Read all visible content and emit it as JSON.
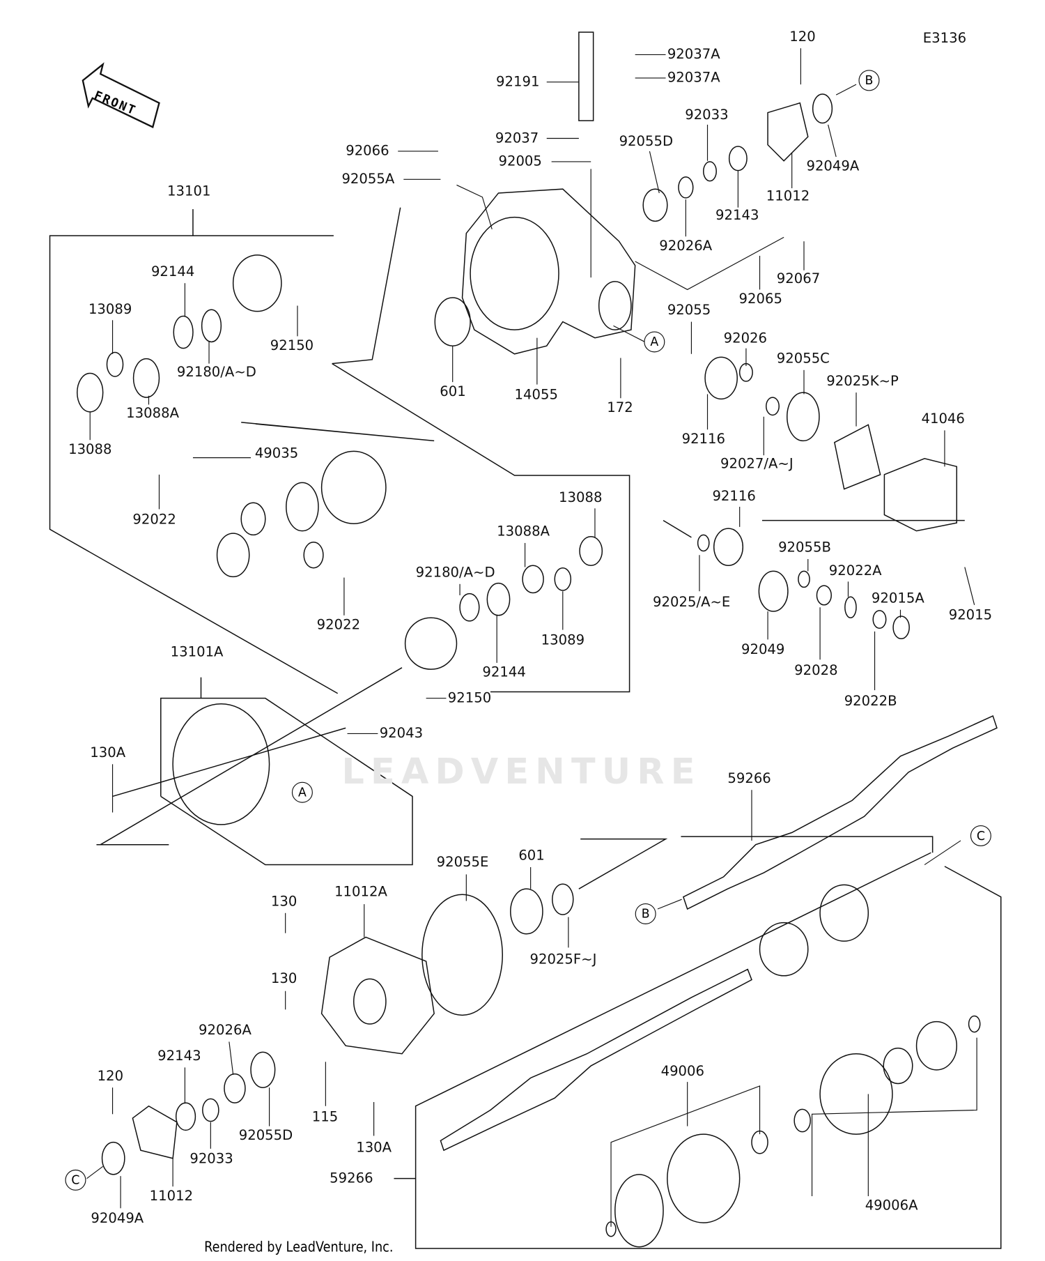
{
  "diagram_id": "E3136",
  "front_marker": "FRONT",
  "watermark": "LEADVENTURE",
  "footer": "Rendered by LeadVenture, Inc.",
  "callouts": [
    "A",
    "B",
    "C"
  ],
  "labels": [
    "92037A",
    "92037A",
    "92191",
    "120",
    "92037",
    "92005",
    "92066",
    "92055A",
    "92055D",
    "92033",
    "92049A",
    "11012",
    "92143",
    "92026A",
    "92067",
    "92065",
    "13101",
    "92144",
    "13089",
    "92150",
    "92180/A~D",
    "13088A",
    "13088",
    "601",
    "14055",
    "172",
    "92055",
    "92026",
    "92055C",
    "92025K~P",
    "41046",
    "92116",
    "92027/A~J",
    "49035",
    "92022",
    "13088",
    "92116",
    "13088A",
    "92180/A~D",
    "92055B",
    "92022A",
    "92015A",
    "92025/A~E",
    "92015",
    "92022",
    "13089",
    "92049",
    "92028",
    "92144",
    "13101A",
    "92150",
    "92022B",
    "92043",
    "130A",
    "59266",
    "92055E",
    "601",
    "11012A",
    "130",
    "92025F~J",
    "130",
    "92026A",
    "92143",
    "120",
    "49006",
    "92055D",
    "115",
    "130A",
    "92033",
    "59266",
    "11012",
    "92049A",
    "49006A"
  ]
}
